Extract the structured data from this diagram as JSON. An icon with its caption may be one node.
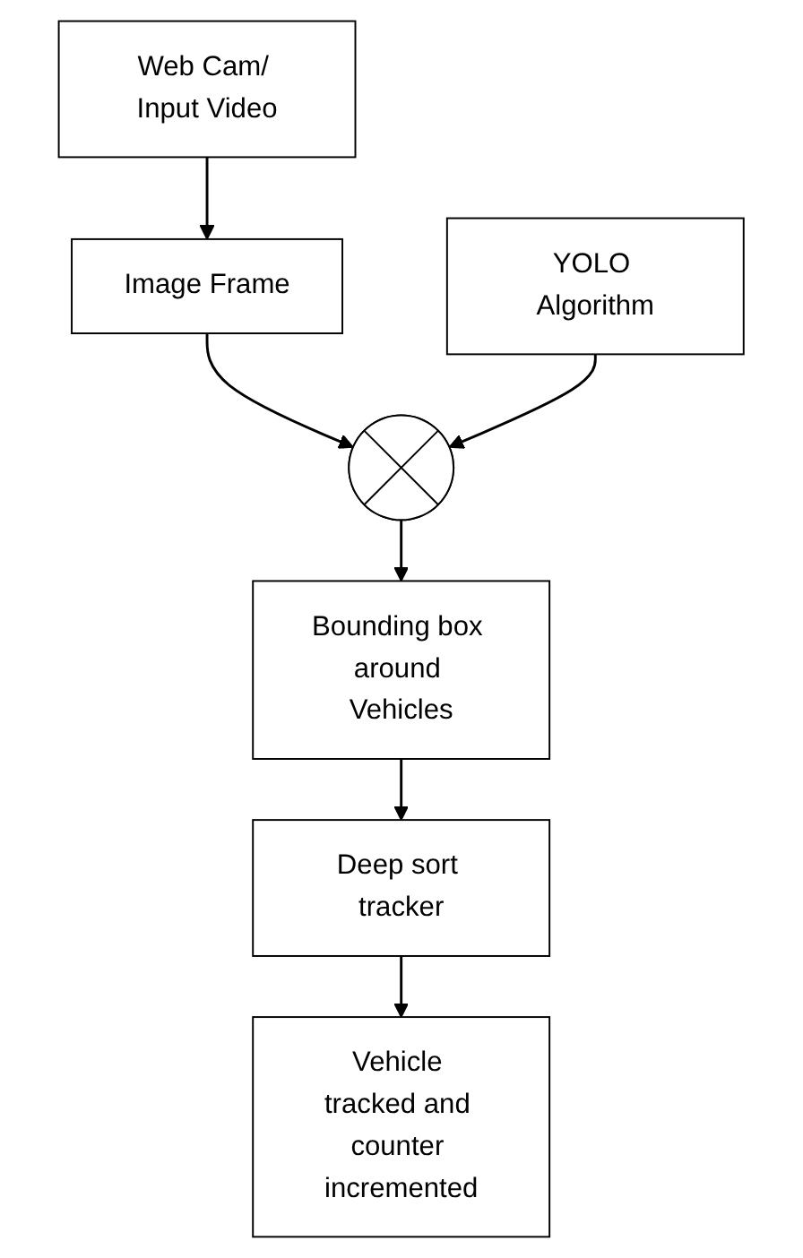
{
  "diagram": {
    "nodes": [
      {
        "text": [
          "Web Cam/ Input Video"
        ]
      },
      {
        "text": [
          "Image Frame"
        ]
      },
      {
        "text": [],
        "shape": "circle"
      },
      {
        "text": [
          "YOLO Algorithm"
        ]
      },
      {
        "text": [
          "Bounding box around Vehicles"
        ]
      },
      {
        "text": [
          "Deep sort tracker"
        ]
      },
      {
        "text": [
          "Vehicle tracked and counter incremented"
        ]
      }
    ],
    "edges": [
      {
        "from": 0,
        "to": 1,
        "arrow": "to"
      },
      {
        "from": 1,
        "to": 2,
        "arrow": "to"
      },
      {
        "from": 3,
        "to": 2,
        "arrow": "to"
      },
      {
        "from": 2,
        "to": 4,
        "arrow": "to"
      },
      {
        "from": 4,
        "to": 5,
        "arrow": "to"
      },
      {
        "from": 5,
        "to": 6,
        "arrow": "to"
      }
    ]
  }
}
